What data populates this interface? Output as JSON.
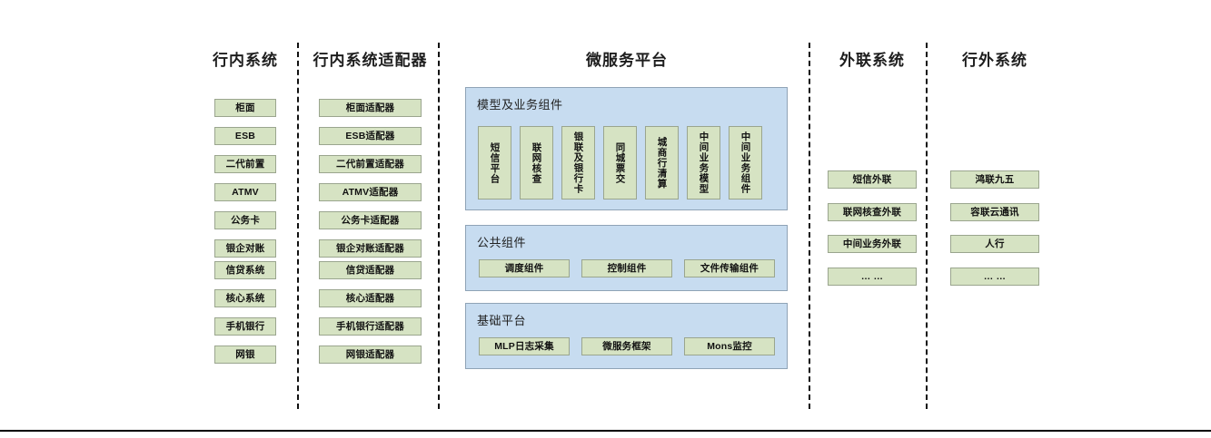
{
  "diagram": {
    "title_visible": false,
    "colors": {
      "node_fill": "#d6e3c3",
      "node_border": "#9aa58e",
      "panel_fill": "#c7dcf0",
      "panel_border": "#8fa3b6",
      "divider": "#111111",
      "text": "#111111"
    }
  },
  "columns": [
    {
      "id": "internal-systems",
      "header": "行内系统",
      "items": [
        "柜面",
        "ESB",
        "二代前置",
        "ATMV",
        "公务卡",
        "银企对账",
        "信贷系统",
        "核心系统",
        "手机银行",
        "网银"
      ]
    },
    {
      "id": "internal-system-adapters",
      "header": "行内系统适配器",
      "items": [
        "柜面适配器",
        "ESB适配器",
        "二代前置适配器",
        "ATMV适配器",
        "公务卡适配器",
        "银企对账适配器",
        "信贷适配器",
        "核心适配器",
        "手机银行适配器",
        "网银适配器"
      ]
    },
    {
      "id": "microservice-platform",
      "header": "微服务平台",
      "panels": [
        {
          "id": "model-business-components",
          "title": "模型及业务组件",
          "orientation": "vertical",
          "items": [
            "短信平台",
            "联网核查",
            "银联及银行卡",
            "同城票交",
            "城商行清算",
            "中间业务模型",
            "中间业务组件"
          ]
        },
        {
          "id": "public-components",
          "title": "公共组件",
          "orientation": "horizontal",
          "items": [
            "调度组件",
            "控制组件",
            "文件传输组件"
          ]
        },
        {
          "id": "base-platform",
          "title": "基础平台",
          "orientation": "horizontal",
          "items": [
            "MLP日志采集",
            "微服务框架",
            "Mons监控"
          ]
        }
      ]
    },
    {
      "id": "external-liaison-systems",
      "header": "外联系统",
      "items": [
        "短信外联",
        "联网核查外联",
        "中间业务外联",
        "… …"
      ]
    },
    {
      "id": "outside-bank-systems",
      "header": "行外系统",
      "items": [
        "鸿联九五",
        "容联云通讯",
        "人行",
        "… …"
      ]
    }
  ]
}
